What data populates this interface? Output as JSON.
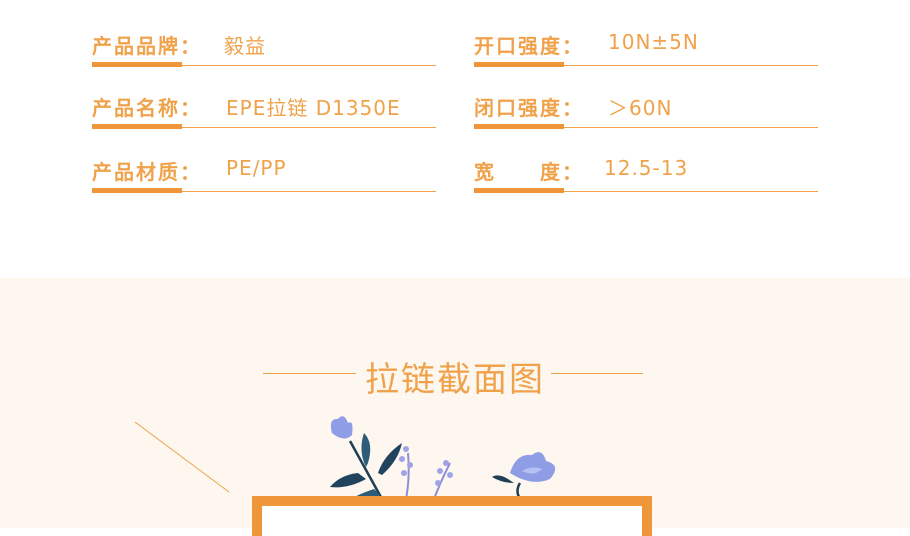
{
  "specs": [
    {
      "label": "产品品牌：",
      "value": "毅益"
    },
    {
      "label": "开口强度：",
      "value": "10N±5N"
    },
    {
      "label": "产品名称：",
      "value": "EPE拉链 D1350E"
    },
    {
      "label": "闭口强度：",
      "value": "＞60N"
    },
    {
      "label": "产品材质：",
      "value": "PE/PP"
    },
    {
      "label": "宽　　度：",
      "value": "12.5-13"
    }
  ],
  "section": {
    "title": "拉链截面图"
  },
  "colors": {
    "accent": "#f0963a",
    "text": "#f0a24a",
    "section_bg": "#fdf7f0"
  },
  "icons": [
    "flower-illustration-icon"
  ]
}
